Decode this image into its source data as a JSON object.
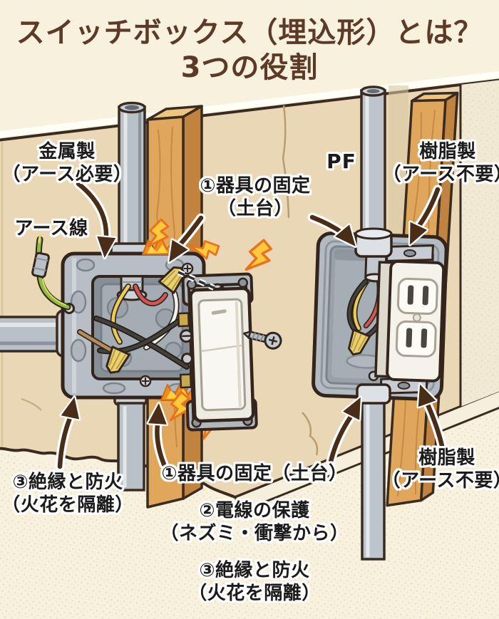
{
  "title": {
    "line1": "スイッチボックス（埋込形）とは？",
    "line2": "3つの役割"
  },
  "labels": {
    "metal_box": {
      "line1": "金属製",
      "line2": "（アース必要）"
    },
    "earth_wire": {
      "text": "アース線"
    },
    "role1_top": {
      "line1": "①器具の固定",
      "line2": "（土台）"
    },
    "pf_conduit": {
      "text": "PF"
    },
    "resin_box_top": {
      "line1": "樹脂製",
      "line2": "（アース不要）"
    },
    "role3_left": {
      "line1": "③絶縁と防火",
      "line2": "（火花を隔離）"
    },
    "role1_bottom": {
      "text": "①器具の固定（土台）"
    },
    "role2_bottom": {
      "line1": "②電線の保護",
      "line2": "（ネズミ・衝撃から）"
    },
    "role3_bottom": {
      "line1": "③絶縁と防火",
      "line2": "（火花を隔離）"
    },
    "resin_box_bottom": {
      "line1": "樹脂製",
      "line2": "（アース不要）"
    }
  },
  "icons": {
    "sparks": "spark-icon",
    "arrows": "arrow-icon",
    "screw": "screw-icon"
  },
  "colors": {
    "title_text": "#5b3b27",
    "label_text": "#1b1b1b",
    "label_outline": "#ffffff",
    "background_cream": "#f8f1dd",
    "wall_beige": "#ead7b5",
    "wood": "#e0a75c",
    "metal_gray": "#b7bec6",
    "switch_white": "#f8f6f0",
    "arrow_brown": "#4a2d17",
    "spark_orange": "#e8731d",
    "spark_yellow": "#ffc93e",
    "wire_yellow": "#eecb52",
    "wire_red": "#d9544e",
    "wire_black": "#45403a",
    "wire_white": "#f4f1e9",
    "wire_brown": "#b98d55",
    "earth_green": "#8fbb3f"
  }
}
